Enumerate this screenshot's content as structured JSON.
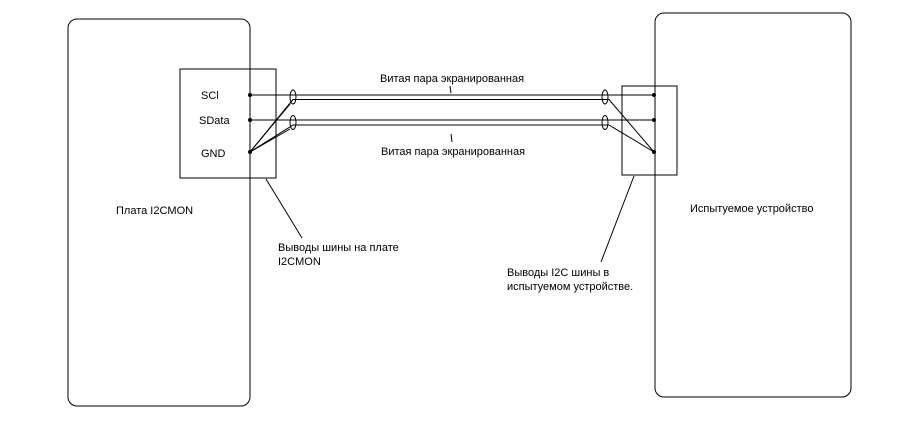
{
  "left_board": {
    "label": "Плата I2CMON"
  },
  "right_device": {
    "label": "Испытуемое устройство"
  },
  "left_connector": {
    "pins": [
      "SCl",
      "SData",
      "GND"
    ],
    "note": [
      "Выводы шины на плате",
      "I2CMON"
    ]
  },
  "right_connector": {
    "note": [
      "Выводы I2C шины в",
      "испытуемом устройстве."
    ]
  },
  "cables": {
    "top_label": "Витая пара экранированная",
    "bottom_label": "Витая пара экранированная"
  }
}
